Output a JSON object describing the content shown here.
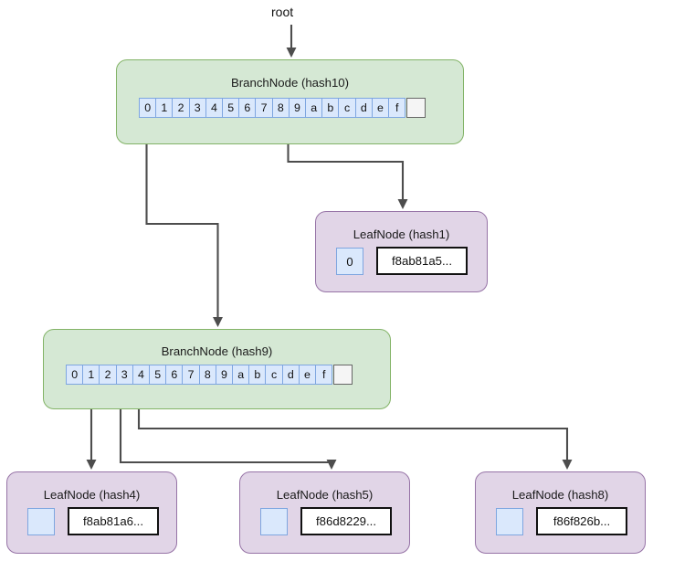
{
  "diagram": {
    "type": "merkle-patricia-trie",
    "root_label": "root",
    "edge_color": "#4d4d4d",
    "branch_fill": "#d5e8d4",
    "branch_stroke": "#82b366",
    "leaf_fill": "#e1d5e7",
    "leaf_stroke": "#9673a6",
    "slot_fill": "#dae8fc",
    "slot_stroke": "#7ea6e0",
    "value_fill": "#ffffff",
    "value_stroke": "#111111",
    "background": "#ffffff"
  },
  "nodes": {
    "branch_hash10": {
      "title": "BranchNode (hash10)",
      "slots": [
        "0",
        "1",
        "2",
        "3",
        "4",
        "5",
        "6",
        "7",
        "8",
        "9",
        "a",
        "b",
        "c",
        "d",
        "e",
        "f"
      ],
      "value_slot": ""
    },
    "branch_hash9": {
      "title": "BranchNode (hash9)",
      "slots": [
        "0",
        "1",
        "2",
        "3",
        "4",
        "5",
        "6",
        "7",
        "8",
        "9",
        "a",
        "b",
        "c",
        "d",
        "e",
        "f"
      ],
      "value_slot": ""
    },
    "leaf_hash1": {
      "title": "LeafNode (hash1)",
      "key": "0",
      "value": "f8ab81a5..."
    },
    "leaf_hash4": {
      "title": "LeafNode (hash4)",
      "key": "",
      "value": "f8ab81a6..."
    },
    "leaf_hash5": {
      "title": "LeafNode (hash5)",
      "key": "",
      "value": "f86d8229..."
    },
    "leaf_hash8": {
      "title": "LeafNode (hash8)",
      "key": "",
      "value": "f86f826b..."
    }
  },
  "edges": [
    {
      "from": "root",
      "to": "branch_hash10",
      "via_slot": ""
    },
    {
      "from": "branch_hash10",
      "to": "branch_hash9",
      "via_slot": "0"
    },
    {
      "from": "branch_hash10",
      "to": "leaf_hash1",
      "via_slot": "8"
    },
    {
      "from": "branch_hash9",
      "to": "leaf_hash4",
      "via_slot": "1"
    },
    {
      "from": "branch_hash9",
      "to": "leaf_hash5",
      "via_slot": "2"
    },
    {
      "from": "branch_hash9",
      "to": "leaf_hash8",
      "via_slot": "3"
    }
  ]
}
